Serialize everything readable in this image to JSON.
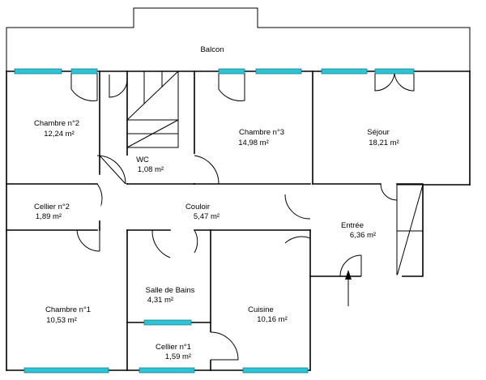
{
  "rooms": [
    {
      "key": "balcon",
      "name": "Balcon",
      "area": ""
    },
    {
      "key": "chambre2",
      "name": "Chambre n°2",
      "area": "12,24  m²"
    },
    {
      "key": "chambre3",
      "name": "Chambre n°3",
      "area": "14,98  m²"
    },
    {
      "key": "sejour",
      "name": "Séjour",
      "area": "18,21  m²"
    },
    {
      "key": "wc",
      "name": "WC",
      "area": "1,08  m²"
    },
    {
      "key": "cellier2",
      "name": "Cellier n°2",
      "area": "1,89  m²"
    },
    {
      "key": "couloir",
      "name": "Couloir",
      "area": "5,47  m²"
    },
    {
      "key": "entree",
      "name": "Entrée",
      "area": "6,36  m²"
    },
    {
      "key": "sdb",
      "name": "Salle de Bains",
      "area": "4,31  m²"
    },
    {
      "key": "chambre1",
      "name": "Chambre n°1",
      "area": "10,53  m²"
    },
    {
      "key": "cuisine",
      "name": "Cuisine",
      "area": "10,16  m²"
    },
    {
      "key": "cellier1",
      "name": "Cellier n°1",
      "area": "1,59  m²"
    }
  ],
  "colors": {
    "window": "#2ec4d6",
    "wall": "#000000"
  },
  "icons": {
    "entrance": "arrow-up-icon"
  }
}
